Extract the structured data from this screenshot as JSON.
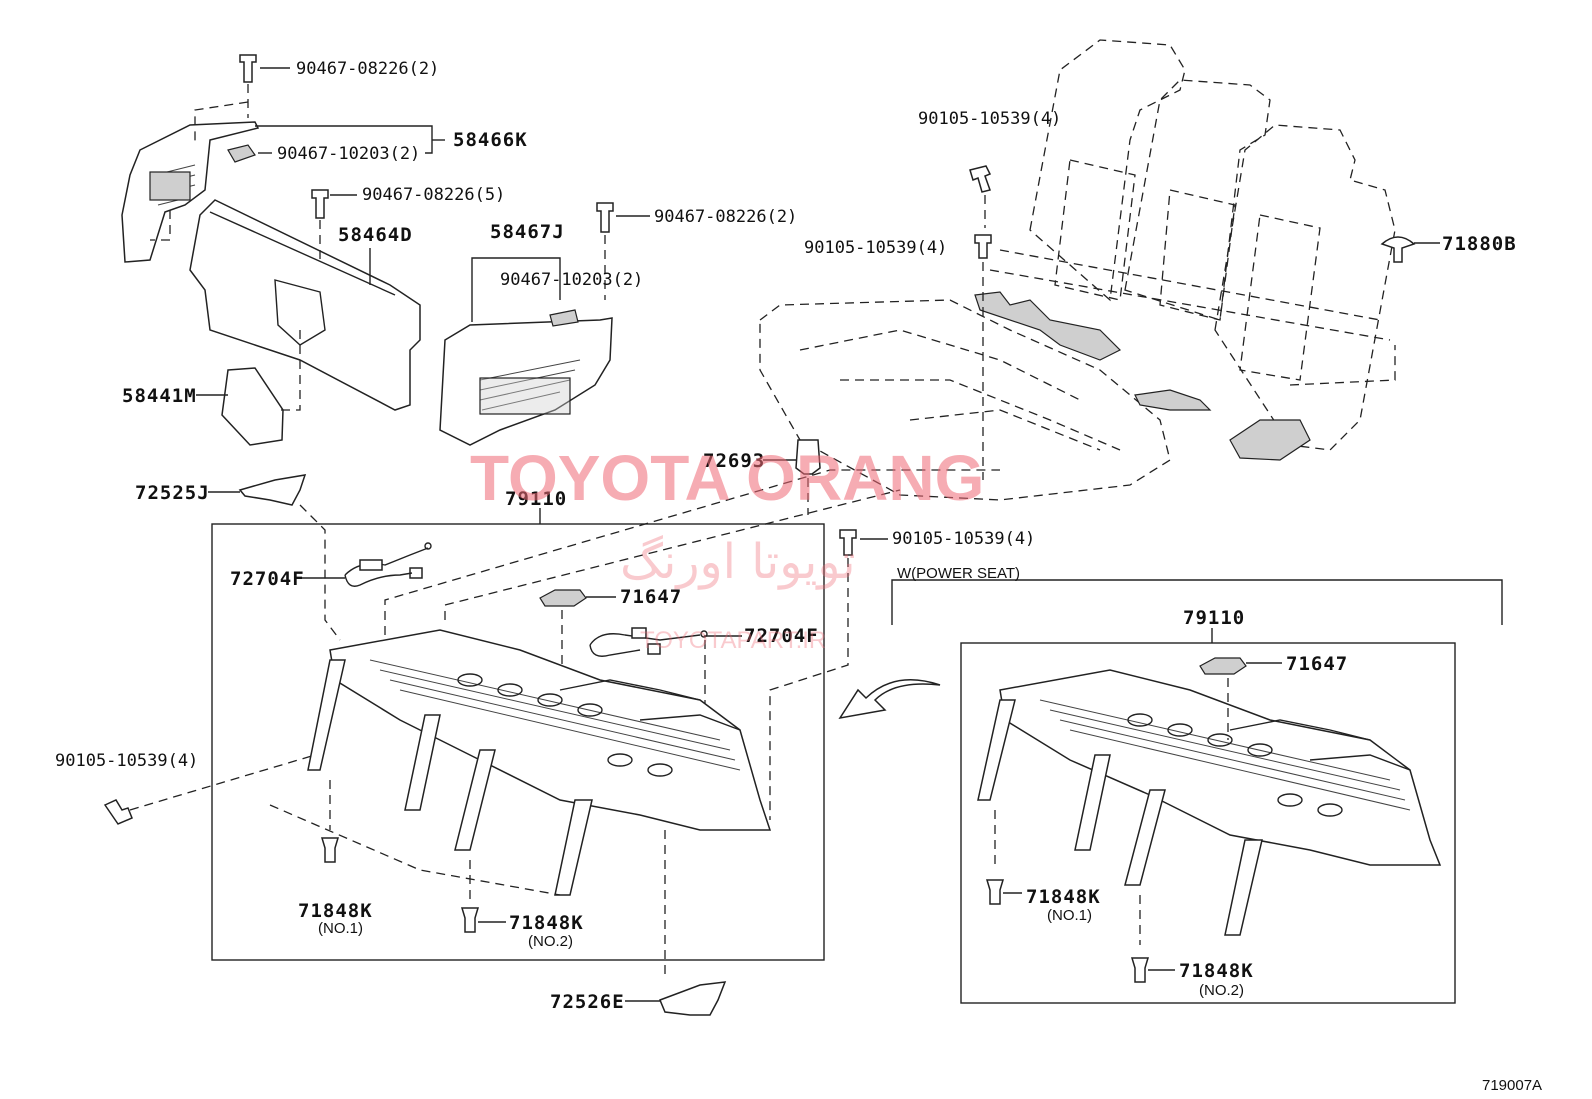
{
  "watermark": {
    "brand": "TOYOTA ORANG",
    "brand_persian": "تویوتا اورنگ",
    "site": "TOYOTAPART.IR"
  },
  "figure_id": "719007A",
  "labels": {
    "bolt_top_1": "90467-08226(2)",
    "clip_top_1": "90467-10203(2)",
    "cover_upper": "58466K",
    "bolt_top_2": "90467-08226(5)",
    "panel_center": "58464D",
    "cover_right": "58467J",
    "clip_right": "90467-10203(2)",
    "bolt_top_3": "90467-08226(2)",
    "lid": "58441M",
    "bolt_seat_1": "90105-10539(4)",
    "bolt_seat_2": "90105-10539(4)",
    "cap_right": "71880B",
    "clip_72693": "72693",
    "adjuster_main": "79110",
    "cover_72525": "72525J",
    "bolt_frame_right": "90105-10539(4)",
    "power_seat_note": "W(POWER SEAT)",
    "harness_left": "72704F",
    "pad_71647_left": "71647",
    "harness_center": "72704F",
    "bolt_frame_left": "90105-10539(4)",
    "clip_no1_left": "71848K",
    "clip_no1_left_sub": "(NO.1)",
    "clip_no2_left": "71848K",
    "clip_no2_left_sub": "(NO.2)",
    "cover_72526": "72526E",
    "adjuster_power": "79110",
    "pad_71647_right": "71647",
    "clip_no1_right": "71848K",
    "clip_no1_right_sub": "(NO.1)",
    "clip_no2_right": "71848K",
    "clip_no2_right_sub": "(NO.2)"
  }
}
